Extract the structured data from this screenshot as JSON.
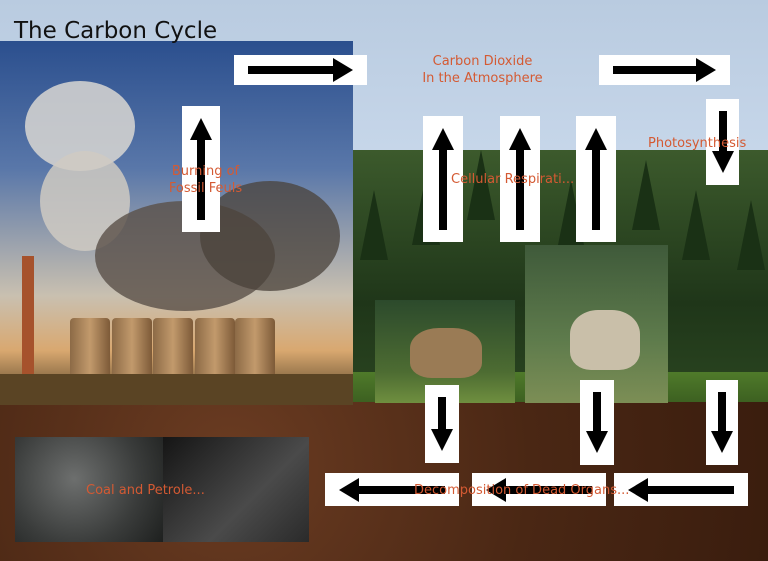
{
  "title": "The Carbon Cycle",
  "labels": {
    "atmosphere_line1": "Carbon Dioxide",
    "atmosphere_line2": "In the Atmosphere",
    "photosynthesis": "Photosynthesis",
    "cellular_respiration": "Cellular Respirati...",
    "burning_line1": "Burning of",
    "burning_line2": "Fossil Feuls",
    "decomposition": "Decomposition of Dead Organs...",
    "coal_petroleum": "Coal and Petrole..."
  },
  "colors": {
    "label": "#d45a33",
    "arrow": "#000000",
    "arrow_box": "#ffffff",
    "title": "#111111"
  },
  "arrows": [
    {
      "id": "arrow-factory-to-atmosphere",
      "direction": "right"
    },
    {
      "id": "arrow-atmosphere-to-photosynthesis",
      "direction": "right"
    },
    {
      "id": "arrow-photosynthesis-down",
      "direction": "down"
    },
    {
      "id": "arrow-burning-up",
      "direction": "up"
    },
    {
      "id": "arrow-respiration-up-1",
      "direction": "up"
    },
    {
      "id": "arrow-respiration-up-2",
      "direction": "up"
    },
    {
      "id": "arrow-respiration-up-3",
      "direction": "up"
    },
    {
      "id": "arrow-lynx-down",
      "direction": "down"
    },
    {
      "id": "arrow-caribou-down",
      "direction": "down"
    },
    {
      "id": "arrow-forest-down",
      "direction": "down"
    },
    {
      "id": "arrow-decomp-left-1",
      "direction": "left"
    },
    {
      "id": "arrow-decomp-left-2",
      "direction": "left"
    },
    {
      "id": "arrow-decomp-left-3",
      "direction": "left"
    }
  ],
  "images": {
    "factory": "power-plant-smokestacks",
    "forest": "conifer-forest",
    "lynx": "lynx-photo",
    "caribou": "caribou-photo",
    "coal": "coal-photo",
    "petroleum": "petroleum-photo",
    "soil": "soil-texture"
  }
}
